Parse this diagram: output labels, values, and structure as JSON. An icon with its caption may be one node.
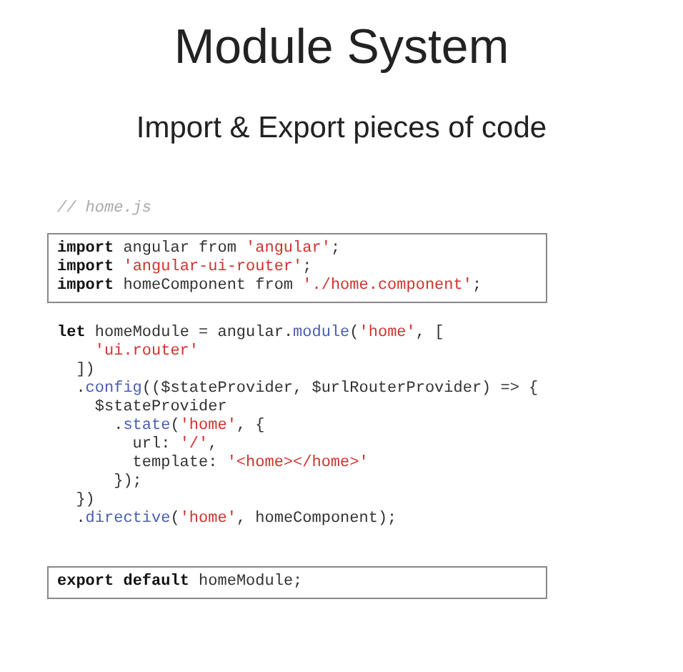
{
  "diagram": {
    "title": "Module System",
    "caption": "Import & Export pieces of code",
    "nodes": [
      {
        "text": [
          "**import** angular from 'angular';",
          "**import** 'angular-ui-router';",
          "**import** homeComponent from './home.component';"
        ]
      },
      {
        "text": [
          "**export** **default** homeModule;"
        ]
      }
    ],
    "labels": [
      "// home.js",
      "**let** homeModule = angular.module('home', [",
      "'ui.router'",
      "])",
      ".config(($stateProvider, $urlRouterProvider) => {",
      "$stateProvider",
      ".state('home', {",
      "url: '/',",
      "template: '<home></home>'",
      "});",
      "})",
      ".directive('home', homeComponent);"
    ]
  }
}
